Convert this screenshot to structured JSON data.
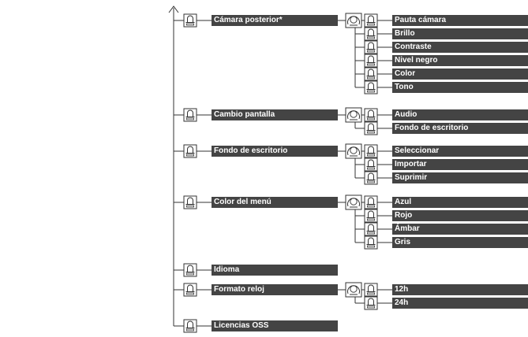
{
  "colors": {
    "box_fill": "#444444",
    "label_text": "#ffffff",
    "line": "#333333",
    "icon_stroke": "#333333"
  },
  "icons": {
    "knob": "dial-knob-icon",
    "press": "press-button-icon"
  },
  "menu": [
    {
      "label": "Cámara posterior*",
      "children": [
        "Pauta cámara",
        "Brillo",
        "Contraste",
        "Nivel negro",
        "Color",
        "Tono"
      ]
    },
    {
      "label": "Cambio pantalla",
      "children": [
        "Audio",
        "Fondo de escritorio"
      ]
    },
    {
      "label": "Fondo de escritorio",
      "children": [
        "Seleccionar",
        "Importar",
        "Suprimir"
      ]
    },
    {
      "label": "Color del menú",
      "children": [
        "Azul",
        "Rojo",
        "Ámbar",
        "Gris"
      ]
    },
    {
      "label": "Idioma",
      "children": []
    },
    {
      "label": "Formato reloj",
      "children": [
        "12h",
        "24h"
      ]
    },
    {
      "label": "Licencias OSS",
      "children": []
    }
  ]
}
